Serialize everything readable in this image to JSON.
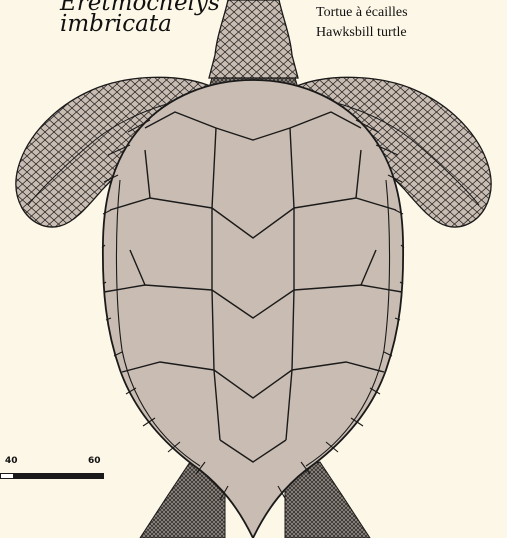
{
  "species": {
    "scientific_line1": "Eretmochelys",
    "scientific_line2": "imbricata",
    "common_french": "Tortue à écailles",
    "common_english": "Hawksbill turtle"
  },
  "scale": {
    "label_left": "40",
    "label_right": "60"
  },
  "colors": {
    "background": "#fdf7e7",
    "shell_fill": "#c9bcb2",
    "outline": "#1a1a1a"
  }
}
